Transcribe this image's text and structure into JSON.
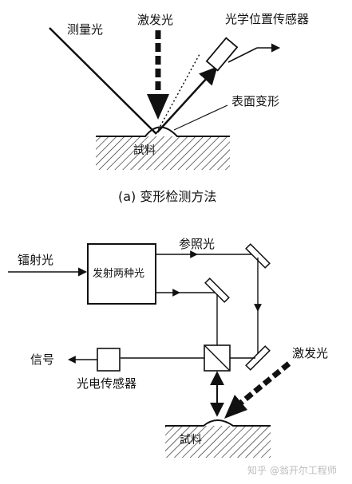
{
  "diagram_a": {
    "labels": {
      "measure_light": "测量光",
      "excitation_light": "激发光",
      "position_sensor": "光学位置传感器",
      "surface_deformation": "表面变形",
      "sample": "試料"
    },
    "caption": "(a) 变形检测方法"
  },
  "diagram_b": {
    "labels": {
      "laser": "镭射光",
      "dual_emitter": "发射两种光",
      "reference_light": "参照光",
      "signal": "信号",
      "photoelectric_sensor": "光电传感器",
      "excitation_light": "激发光",
      "sample": "試料"
    }
  },
  "watermark": "知乎 @翁开尔工程师"
}
